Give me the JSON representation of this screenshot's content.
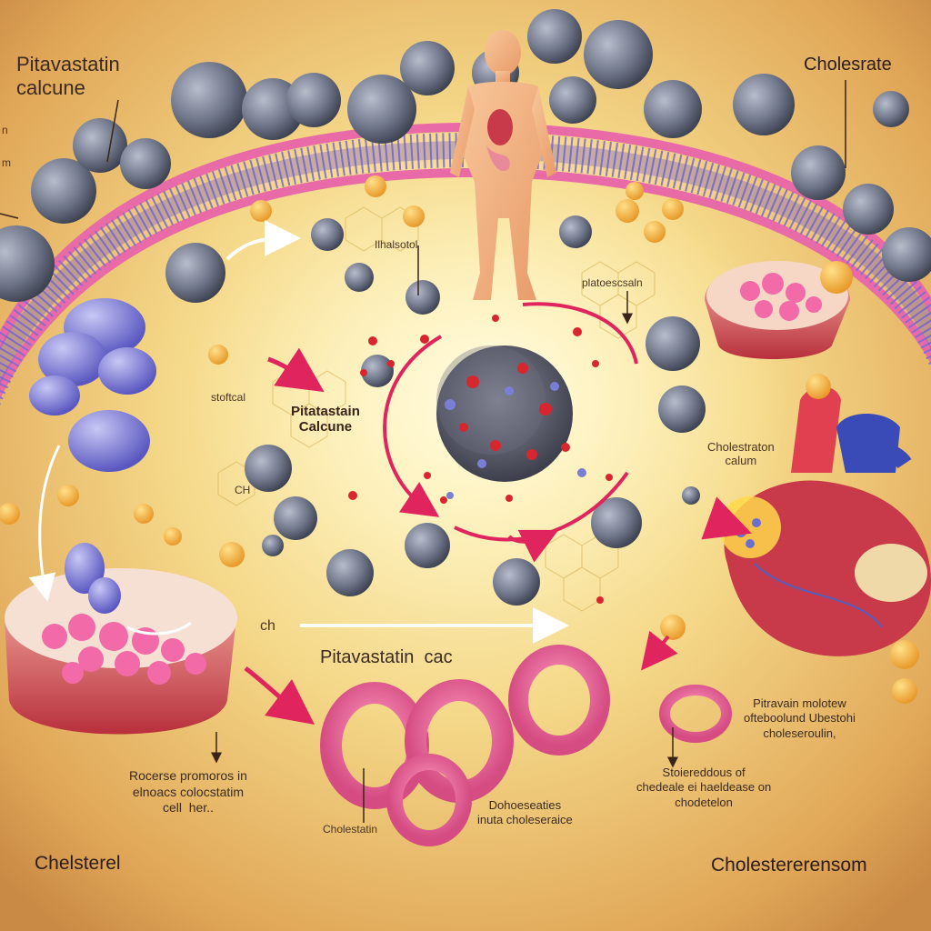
{
  "labels": {
    "top_left_title": "Pitavastatin\ncalcune",
    "top_right_title": "Cholesrate",
    "left_fragment_1": "n",
    "left_fragment_2": "m",
    "center_top_label": "Ilhalsotol",
    "right_top_label": "platoescsaln",
    "center_left_label": "Pitatastain\nCalcune",
    "left_small_label": "stoftcal",
    "right_mid_label": "Cholestraton\ncalum",
    "chem_label": "ch",
    "chem_label_2": "CH",
    "bottom_center_title": "Pitavastatin  cac",
    "bottom_left_text": "Rocerse promoros in\nelnoacs colocstatim\ncell  her..",
    "bottom_ring_left_label": "Cholestatin",
    "bottom_ring_mid_label": "Dohoeseaties\ninuta choleseraice",
    "right_lower_text_1": "Pitravain molotew\nofteboolund Ubestohi\ncholeseroulin,",
    "right_lower_text_2": "Stoiereddous of\nchedeale ei haeldease on\nchodetelon",
    "bottom_left_corner": "Chelsterel",
    "bottom_right_corner": "Cholestererensom"
  },
  "colors": {
    "background_center": "#fff6c8",
    "background_edge": "#d9a24f",
    "membrane": "#7f6ad6",
    "membrane_head": "#e86aa6",
    "vesicle": "#7a8194",
    "ring": "#f07aa6",
    "arrow_red": "#e0245e",
    "heart": "#c8394a"
  },
  "icons": [
    "human-figure-icon",
    "heart-icon",
    "cell-dish-icon",
    "protein-blob-icon",
    "lipoprotein-ring-icon",
    "arrow-icon"
  ]
}
